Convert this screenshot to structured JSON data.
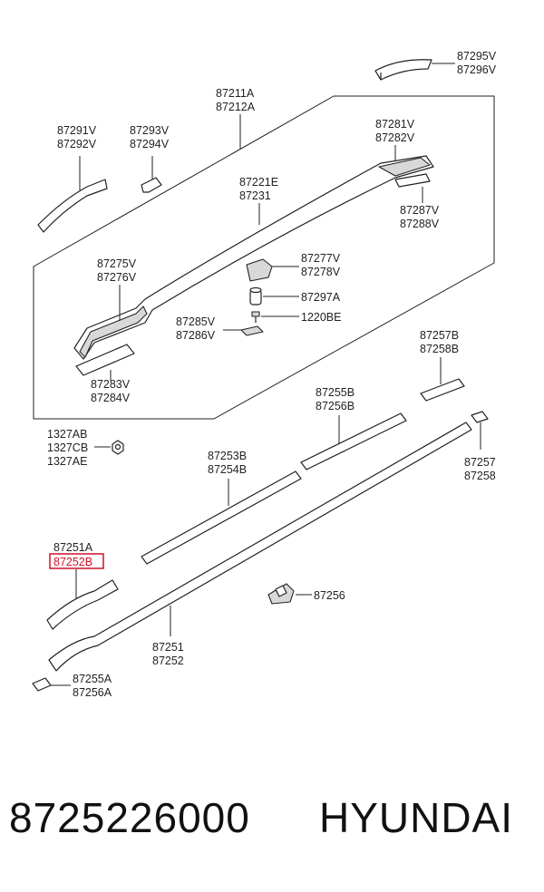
{
  "labels": {
    "l_87295V": "87295V",
    "l_87296V": "87296V",
    "l_87211A": "87211A",
    "l_87212A": "87212A",
    "l_87291V": "87291V",
    "l_87292V": "87292V",
    "l_87293V": "87293V",
    "l_87294V": "87294V",
    "l_87281V": "87281V",
    "l_87282V": "87282V",
    "l_87221E": "87221E",
    "l_87231": "87231",
    "l_87287V": "87287V",
    "l_87288V": "87288V",
    "l_87275V": "87275V",
    "l_87276V": "87276V",
    "l_87277V": "87277V",
    "l_87278V": "87278V",
    "l_87297A": "87297A",
    "l_87285V": "87285V",
    "l_87286V": "87286V",
    "l_1220BE": "1220BE",
    "l_87283V": "87283V",
    "l_87284V": "87284V",
    "l_87257B": "87257B",
    "l_87258B": "87258B",
    "l_87255B": "87255B",
    "l_87256B": "87256B",
    "l_1327AB": "1327AB",
    "l_1327CB": "1327CB",
    "l_1327AE": "1327AE",
    "l_87253B": "87253B",
    "l_87254B": "87254B",
    "l_87257": "87257",
    "l_87258": "87258",
    "l_87251A": "87251A",
    "l_87252B": "87252B",
    "l_87256": "87256",
    "l_87251": "87251",
    "l_87252": "87252",
    "l_87255A": "87255A",
    "l_87256A": "87256A"
  },
  "highlight_color": "#d0112b",
  "footer": {
    "part_number": "8725226000",
    "brand": "HYUNDAI"
  }
}
